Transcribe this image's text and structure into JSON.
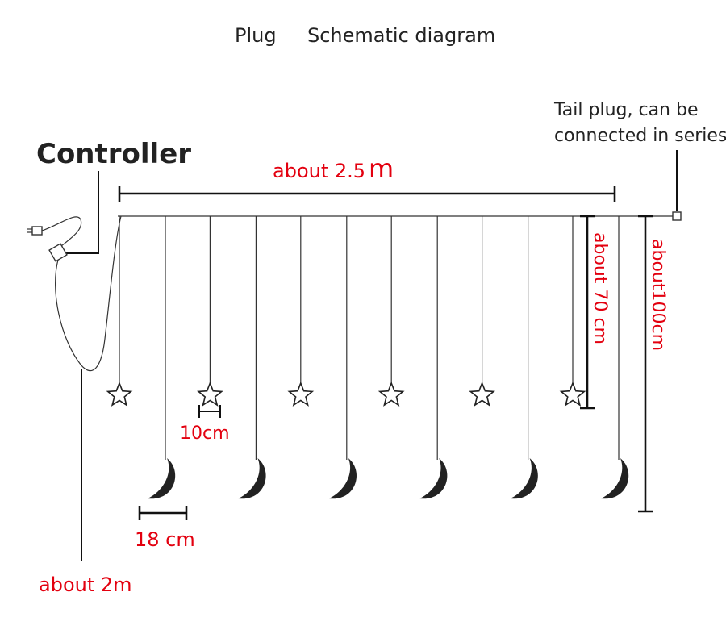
{
  "header": {
    "plug_label": "Plug",
    "title": "Schematic diagram"
  },
  "labels": {
    "controller": "Controller",
    "tail_plug_line1": "Tail plug, can be",
    "tail_plug_line2": "connected in series",
    "length_value": "about 2.5",
    "length_unit": "m",
    "drop_short": "about  70  cm",
    "drop_long": "about100cm",
    "star_spacing": "10cm",
    "moon_spacing": "18 cm",
    "cable_length": "about 2m"
  },
  "colors": {
    "accent": "#e3000f",
    "line": "#222222"
  },
  "pendants": {
    "star_count": 6,
    "moon_count": 6,
    "star_icon": "star-icon",
    "moon_icon": "moon-icon"
  }
}
